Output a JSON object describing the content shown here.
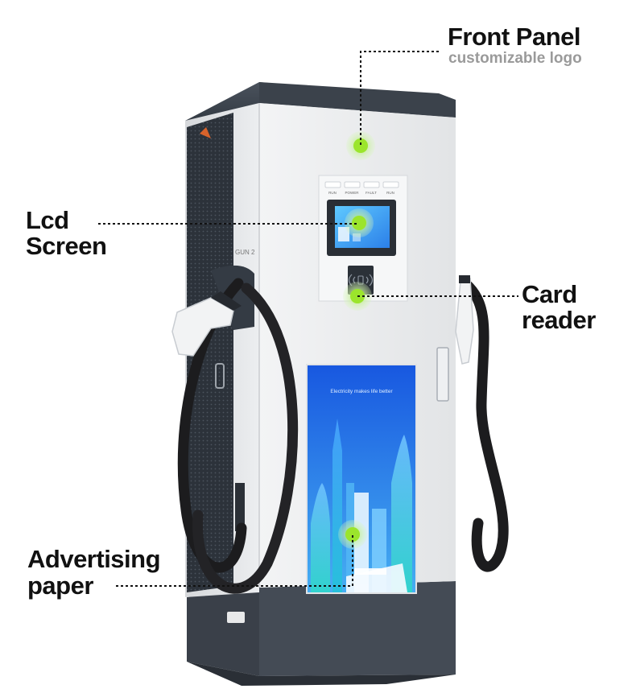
{
  "callouts": {
    "front_panel": {
      "title": "Front Panel",
      "subtitle": "customizable logo"
    },
    "lcd_screen": {
      "line1": "Lcd",
      "line2": "Screen"
    },
    "card_reader": {
      "line1": "Card",
      "line2": "reader"
    },
    "advertising_paper": {
      "line1": "Advertising",
      "line2": "paper"
    }
  },
  "device": {
    "indicators": [
      "RUN",
      "POWER",
      "FAULT",
      "RUN"
    ],
    "gun_label": "GUN 2",
    "ad_slogan": "Electricity makes life better"
  },
  "colors": {
    "hotspot": "#8ee02c",
    "cabinet_body": "#e9eaeb",
    "cabinet_dark": "#3e4650",
    "ad_top": "#1a63e6",
    "ad_bottom": "#3aa0f0",
    "cable": "#1c1c1e"
  }
}
